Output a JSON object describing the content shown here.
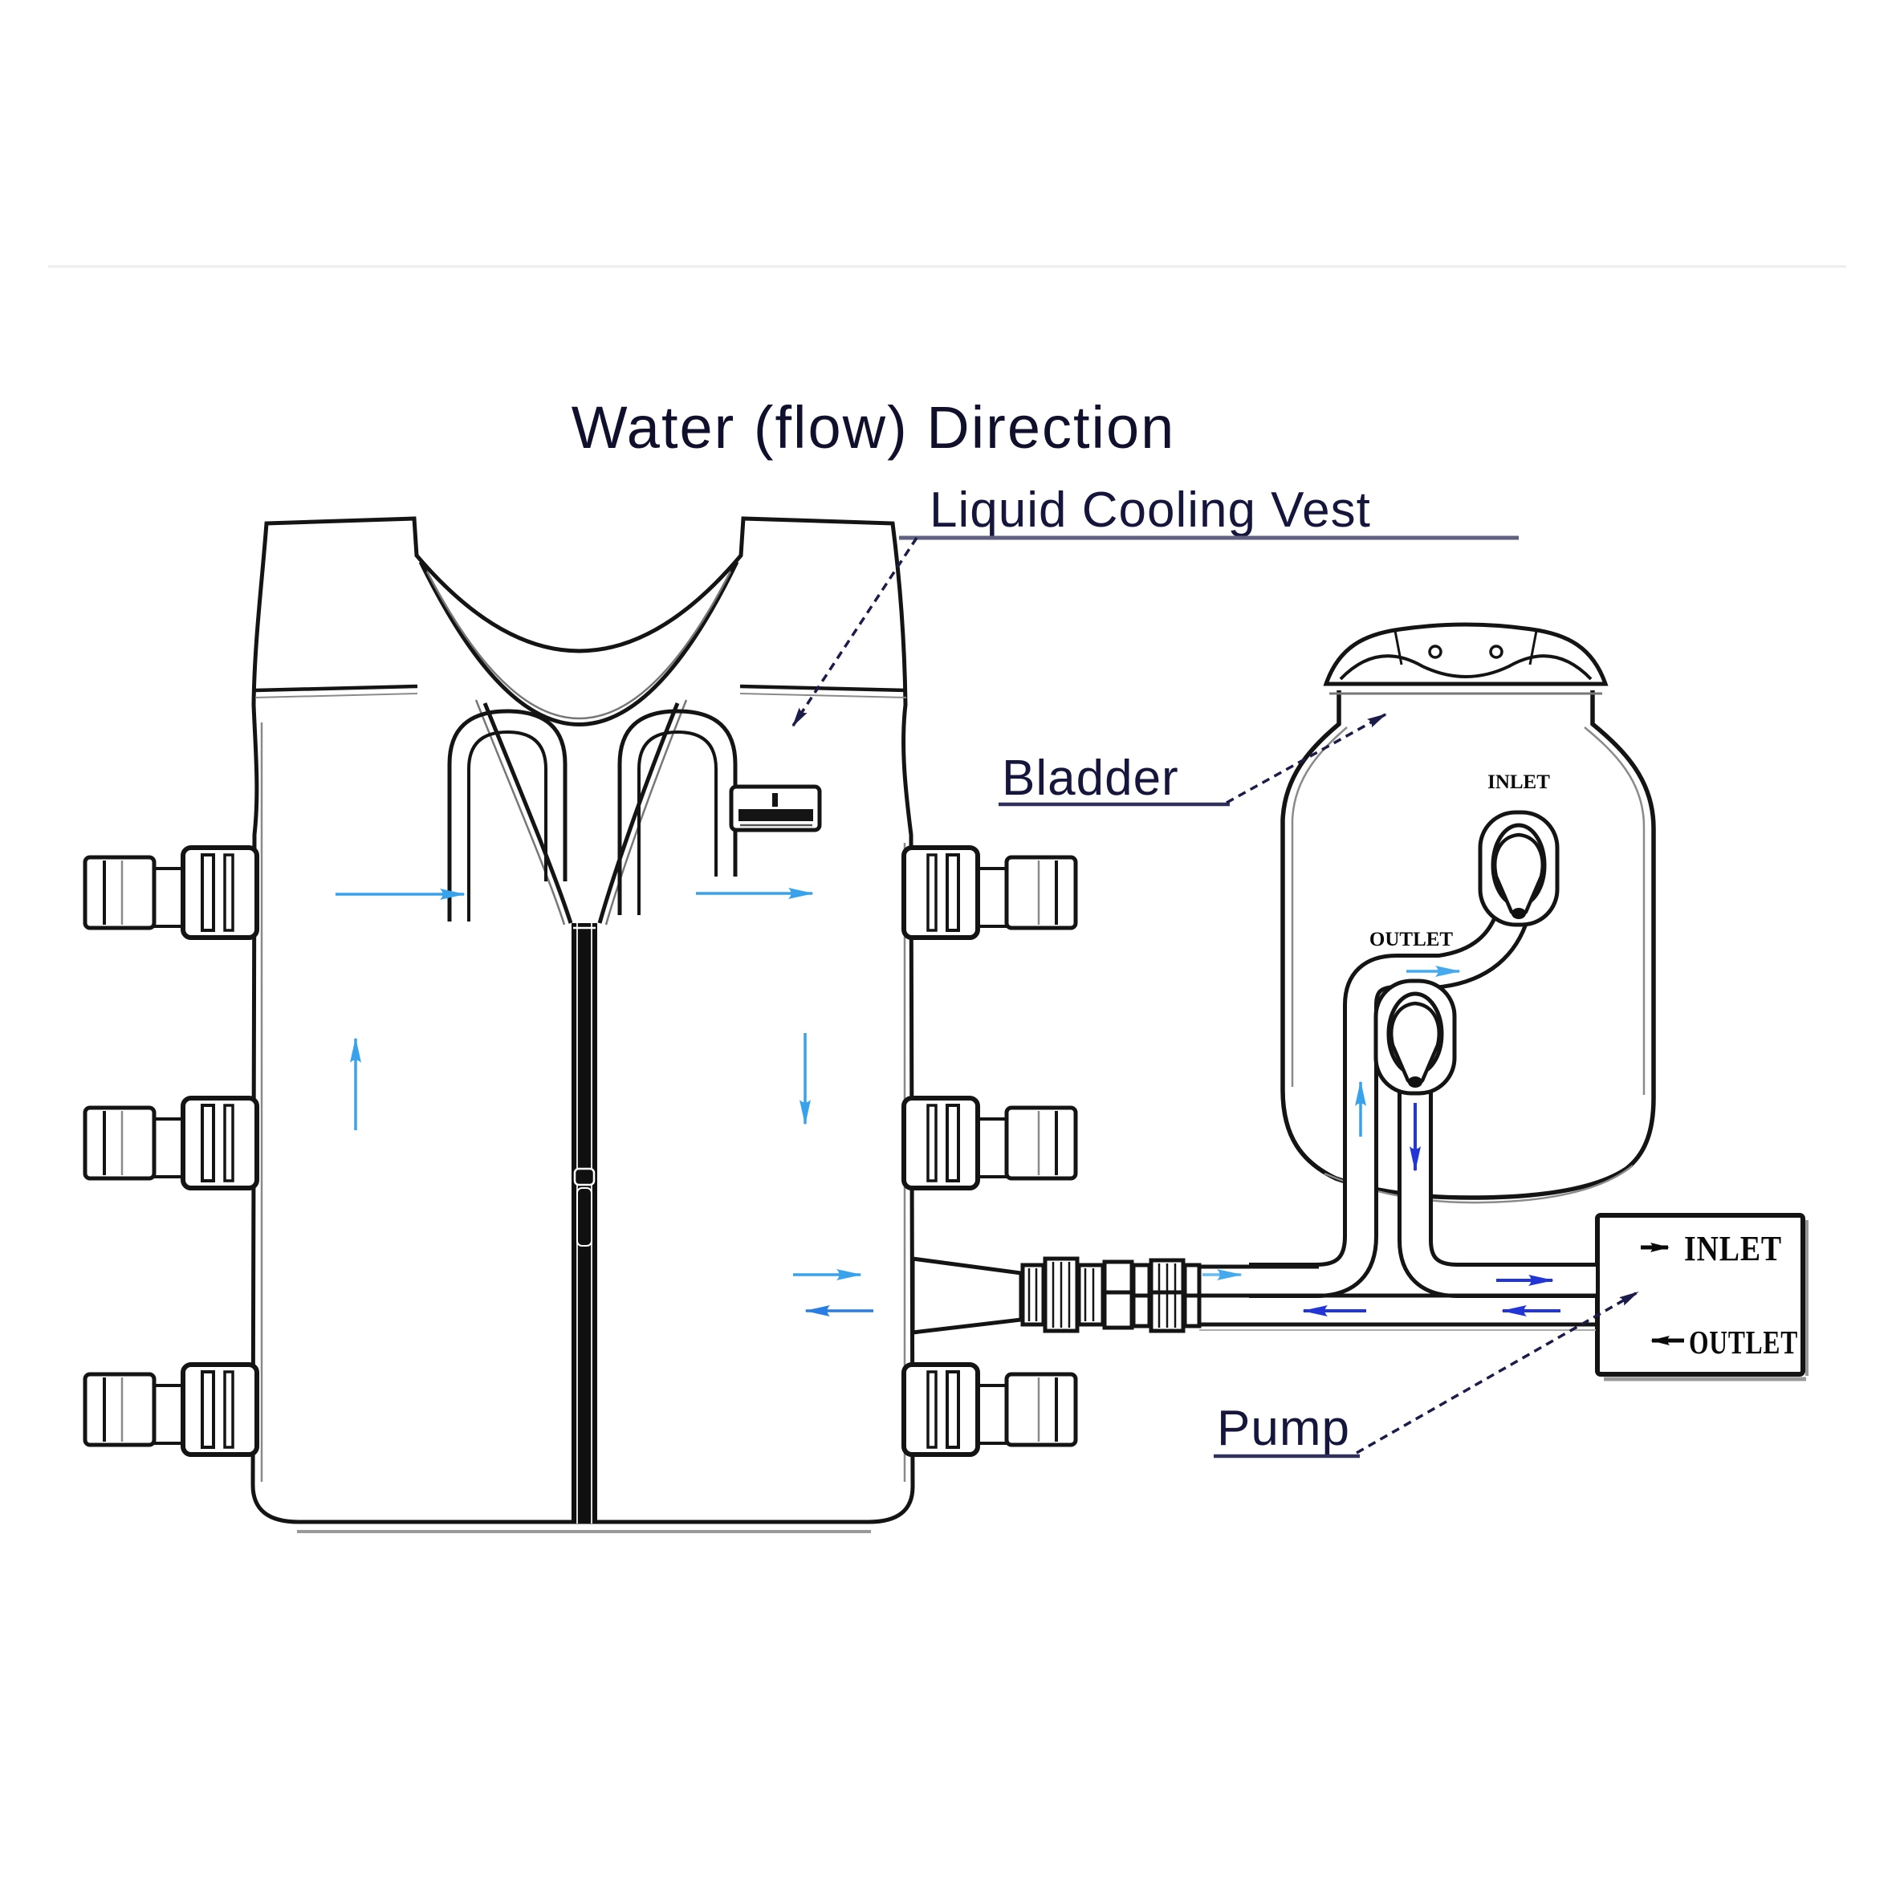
{
  "title": "Water (flow) Direction",
  "labels": {
    "vest": "Liquid Cooling Vest",
    "bladder": "Bladder",
    "pump": "Pump"
  },
  "pump_box": {
    "inlet_label": "INLET",
    "outlet_label": "OUTLET"
  },
  "bladder_ports": {
    "inlet_label": "INLET",
    "outlet_label": "OUTLET"
  },
  "colors": {
    "supply_flow_blue": "#38a3ec",
    "supply_flow_cyan": "#66bbf2",
    "return_flow_dark_blue": "#2236d8",
    "return_flow_medium_blue": "#2a7de2",
    "drawing_outline": "#141414",
    "label_text": "#16163c"
  },
  "flow_arrows": [
    {
      "location": "vest-left-chest",
      "direction": "right",
      "color": "light-blue"
    },
    {
      "location": "vest-right-chest",
      "direction": "right",
      "color": "light-blue"
    },
    {
      "location": "vest-left-panel",
      "direction": "up",
      "color": "light-blue"
    },
    {
      "location": "vest-right-panel",
      "direction": "down",
      "color": "light-blue"
    },
    {
      "location": "vest-outlet-to-tube",
      "direction": "right",
      "color": "light-blue"
    },
    {
      "location": "vest-return-inlet",
      "direction": "left",
      "color": "medium-blue"
    },
    {
      "location": "upper-tube-before-tee",
      "direction": "right",
      "color": "cyan"
    },
    {
      "location": "riser-to-bladder-inlet",
      "direction": "up",
      "color": "light-blue"
    },
    {
      "location": "bladder-inlet-spout",
      "direction": "right",
      "color": "cyan"
    },
    {
      "location": "bladder-outlet-downpipe",
      "direction": "down",
      "color": "dark-blue"
    },
    {
      "location": "upper-tube-to-pump-inlet",
      "direction": "right",
      "color": "dark-blue"
    },
    {
      "location": "lower-tube-from-pump",
      "direction": "left",
      "color": "dark-blue"
    },
    {
      "location": "lower-tube-mid",
      "direction": "left",
      "color": "dark-blue"
    }
  ]
}
